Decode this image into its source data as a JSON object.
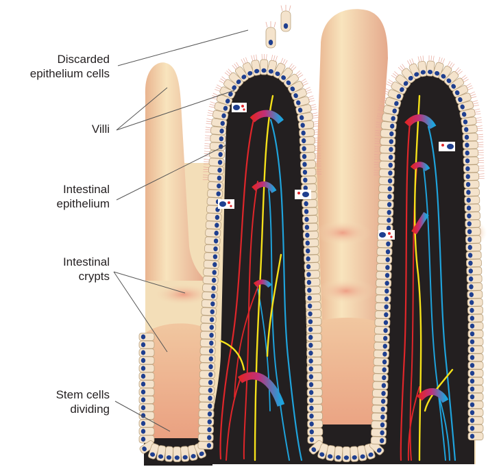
{
  "labels": {
    "discarded": [
      "Discarded",
      "epithelium cells"
    ],
    "villi": [
      "Villi"
    ],
    "epithelium": [
      "Intestinal",
      "epithelium"
    ],
    "crypts": [
      "Intestinal",
      "crypts"
    ],
    "stem": [
      "Stem cells",
      "dividing"
    ]
  },
  "colors": {
    "tissue_light": "#f3deb8",
    "tissue_tan": "#e9cf9c",
    "villus_tip": "#f7e3b4",
    "villus_pink": "#f1a98e",
    "cell_fill": "#f4e3cc",
    "cell_stroke": "#b8a07c",
    "nucleus": "#1f3f8f",
    "lumen": "#231f20",
    "artery": "#e0262a",
    "vein": "#1fa3dc",
    "nerve": "#f5e11a",
    "microvilli": "#e8a79a",
    "label_line": "#555555"
  }
}
